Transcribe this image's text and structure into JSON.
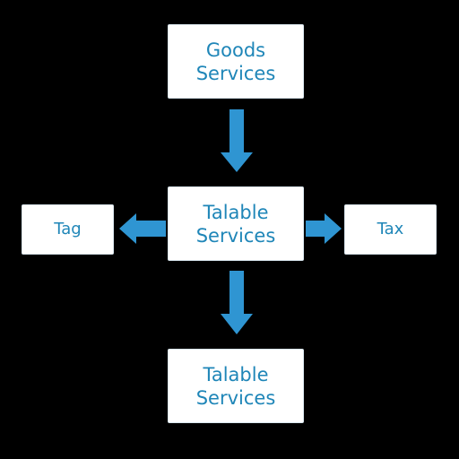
{
  "colors": {
    "background": "#000000",
    "box_fill": "#ffffff",
    "text": "#1f86b8",
    "arrow": "#2f95d2"
  },
  "diagram": {
    "nodes": {
      "top": {
        "lines": [
          "Goods",
          "Services"
        ]
      },
      "center": {
        "lines": [
          "Talable",
          "Services"
        ]
      },
      "bottom": {
        "lines": [
          "Talable",
          "Services"
        ]
      },
      "left": {
        "lines": [
          "Tag"
        ]
      },
      "right": {
        "lines": [
          "Tax"
        ]
      }
    },
    "edges": [
      {
        "from": "top",
        "to": "center"
      },
      {
        "from": "center",
        "to": "left"
      },
      {
        "from": "center",
        "to": "right"
      },
      {
        "from": "center",
        "to": "bottom"
      }
    ]
  }
}
